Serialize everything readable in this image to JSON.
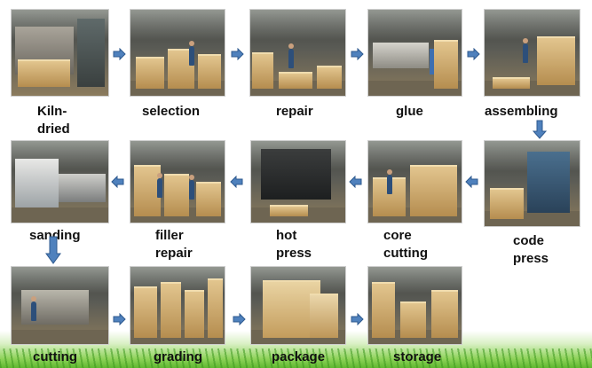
{
  "steps": {
    "kiln_dried": "Kiln-\ndried",
    "selection": "selection",
    "repair": "repair",
    "glue": "glue",
    "assembling": "assembling",
    "sanding": "sanding",
    "filler_repair": "filler\nrepair",
    "hot_press": "hot\npress",
    "core_cutting": "core\ncutting",
    "code_press": "code\npress",
    "cutting": "cutting",
    "grading": "grading",
    "package": "package",
    "storage": "storage"
  },
  "colors": {
    "arrow_fill": "#4f81bd",
    "arrow_stroke": "#2f5a8f",
    "grass": "#5fb830"
  },
  "icons": {
    "arrow": "arrow-icon"
  }
}
